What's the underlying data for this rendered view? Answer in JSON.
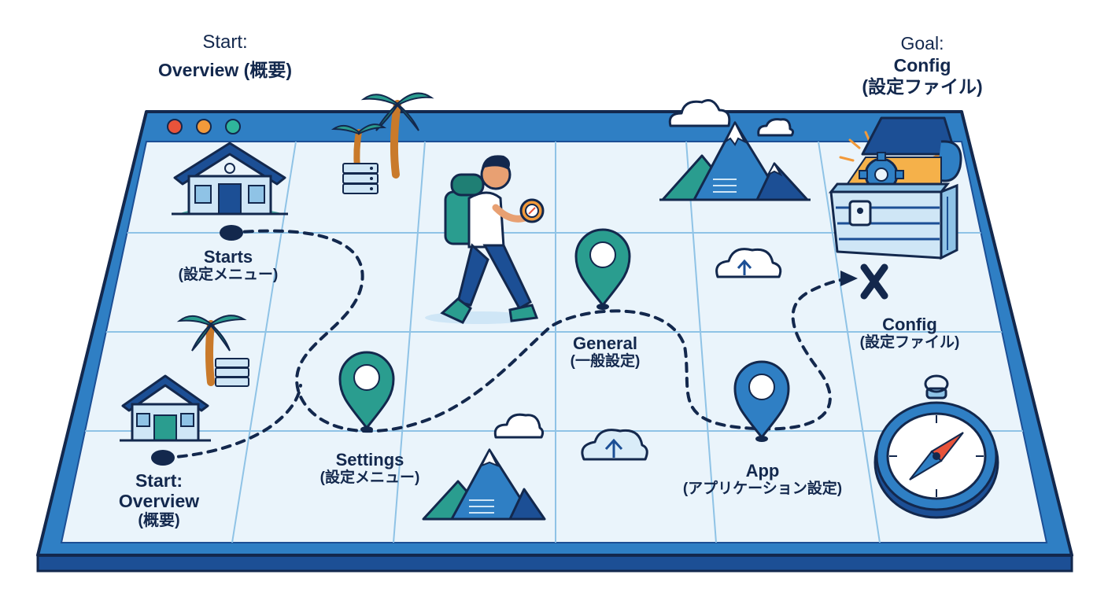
{
  "header": {
    "start": {
      "prefix": "Start:",
      "title": "Overview (概要)"
    },
    "goal": {
      "prefix": "Goal:",
      "title": "Config",
      "subtitle": "(設定ファイル)"
    }
  },
  "waypoints": {
    "start": {
      "line1": "Start:",
      "line2": "Overview",
      "line3": "(概要)"
    },
    "starts": {
      "name": "Starts",
      "sub": "(設定メニュー)"
    },
    "settings": {
      "name": "Settings",
      "sub": "(設定メニュー)"
    },
    "general": {
      "name": "General",
      "sub": "(一般設定)"
    },
    "app": {
      "name": "App",
      "sub": "(アプリケーション設定)"
    },
    "config": {
      "name": "Config",
      "sub": "(設定ファイル)"
    }
  },
  "colors": {
    "frame_blue": "#2f7fc4",
    "frame_dark": "#1c4f95",
    "map_fill": "#eaf4fb",
    "grid": "#8fc3e6",
    "teal": "#2a9d8f",
    "navy": "#13284d",
    "window_dot_red": "#e8533a",
    "window_dot_orange": "#f29a3a",
    "window_dot_teal": "#2fb59b"
  },
  "icons": [
    "house-icon",
    "palm-tree-icon",
    "server-icon",
    "hiker-icon",
    "map-pin-icon",
    "mountain-icon",
    "cloud-icon",
    "cloud-upload-icon",
    "treasure-chest-icon",
    "gear-icon",
    "x-mark-icon",
    "compass-icon"
  ]
}
